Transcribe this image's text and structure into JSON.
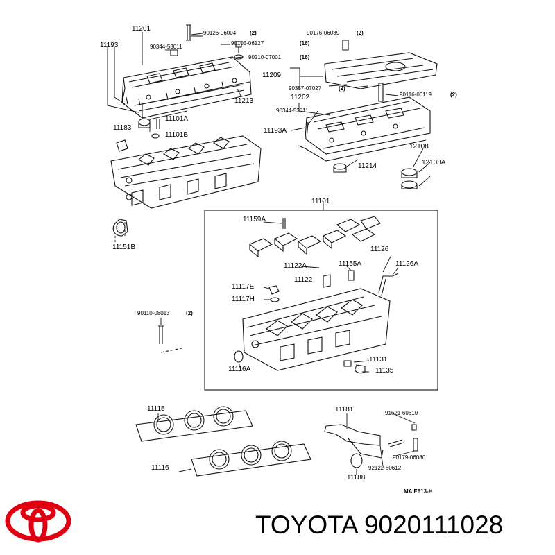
{
  "brand": {
    "name": "TOYOTA",
    "part_number": "9020111028",
    "logo_color": "#e00012"
  },
  "diagram_code": "MA E613-H",
  "callouts": [
    {
      "id": "c11201",
      "text": "11201"
    },
    {
      "id": "c90126",
      "text": "90126-06004"
    },
    {
      "id": "q90126",
      "text": "(2)"
    },
    {
      "id": "c11193",
      "text": "11193"
    },
    {
      "id": "c90344a",
      "text": "90344-53011"
    },
    {
      "id": "c90105",
      "text": "90105-06127"
    },
    {
      "id": "q90105",
      "text": "(16)"
    },
    {
      "id": "c90210",
      "text": "90210-07001"
    },
    {
      "id": "q90210",
      "text": "(16)"
    },
    {
      "id": "c90176",
      "text": "90176-06039"
    },
    {
      "id": "q90176",
      "text": "(2)"
    },
    {
      "id": "c11209",
      "text": "11209"
    },
    {
      "id": "c90387",
      "text": "90387-07027"
    },
    {
      "id": "q90387",
      "text": "(2)"
    },
    {
      "id": "c90116",
      "text": "90116-06119"
    },
    {
      "id": "q90116",
      "text": "(2)"
    },
    {
      "id": "c11202",
      "text": "11202"
    },
    {
      "id": "c11213",
      "text": "11213"
    },
    {
      "id": "c90344b",
      "text": "90344-53011"
    },
    {
      "id": "c11101A",
      "text": "11101A"
    },
    {
      "id": "c11183",
      "text": "11183"
    },
    {
      "id": "c11101B",
      "text": "11101B"
    },
    {
      "id": "c11193A",
      "text": "11193A"
    },
    {
      "id": "c12108",
      "text": "12108"
    },
    {
      "id": "c11214",
      "text": "11214"
    },
    {
      "id": "c12108A",
      "text": "12108A"
    },
    {
      "id": "c11101",
      "text": "11101"
    },
    {
      "id": "c11159A",
      "text": "11159A"
    },
    {
      "id": "c11151B",
      "text": "11151B"
    },
    {
      "id": "c11126",
      "text": "11126"
    },
    {
      "id": "c11122A",
      "text": "11122A"
    },
    {
      "id": "c11155A",
      "text": "11155A"
    },
    {
      "id": "c11126A",
      "text": "11126A"
    },
    {
      "id": "c11122",
      "text": "11122"
    },
    {
      "id": "c11117E",
      "text": "11117E"
    },
    {
      "id": "c11117H",
      "text": "11117H"
    },
    {
      "id": "c90110",
      "text": "90110-08013"
    },
    {
      "id": "q90110",
      "text": "(2)"
    },
    {
      "id": "c11131",
      "text": "11131"
    },
    {
      "id": "c11116A",
      "text": "11116A"
    },
    {
      "id": "c11135",
      "text": "11135"
    },
    {
      "id": "c11115",
      "text": "11115"
    },
    {
      "id": "c11181",
      "text": "11181"
    },
    {
      "id": "c91621",
      "text": "91621-60610"
    },
    {
      "id": "c11116",
      "text": "11116"
    },
    {
      "id": "c90179",
      "text": "90179-06080"
    },
    {
      "id": "c92122",
      "text": "92122-60612"
    },
    {
      "id": "c11188",
      "text": "11188"
    }
  ]
}
